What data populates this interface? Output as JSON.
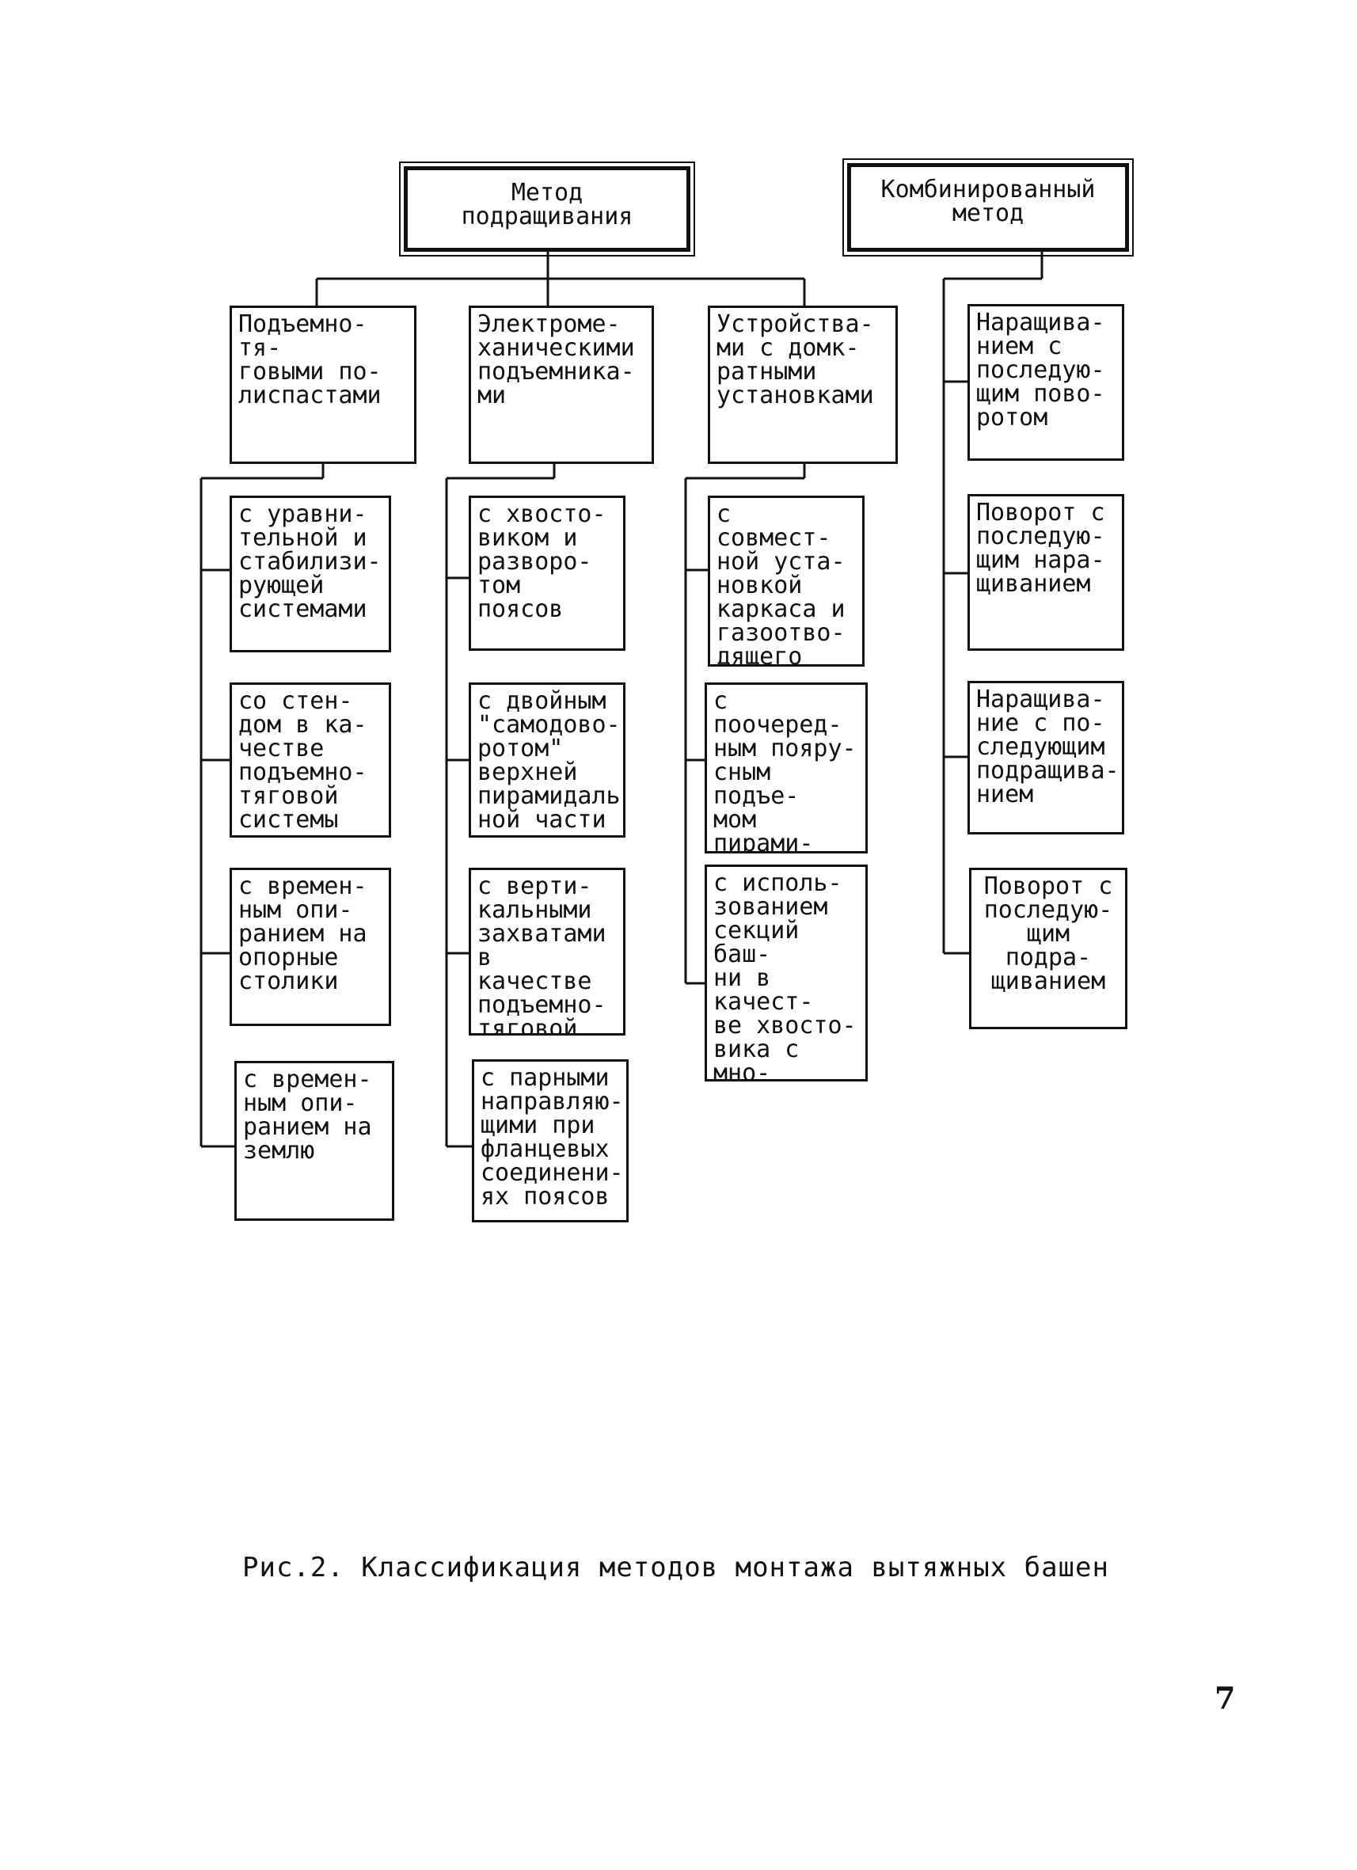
{
  "diagram": {
    "root_growing": {
      "label": "Метод\nподращивания"
    },
    "root_combined": {
      "label": "Комбинированный\nметод"
    },
    "categories": [
      {
        "label": "Подъемно-тя-\nговыми по-\nлиспастами"
      },
      {
        "label": "Электроме-\nханическими\nподъемника-\nми"
      },
      {
        "label": "Устройства-\nми с домк-\nратными\nустановками"
      }
    ],
    "col1": [
      {
        "label": "с уравни-\nтельной и\nстабилизи-\nрующей\nсистемами"
      },
      {
        "label": "со стен-\nдом в ка-\nчестве\nподъемно-\nтяговой\nсистемы"
      },
      {
        "label": "с времен-\nным опи-\nранием на\nопорные\nстолики"
      },
      {
        "label": "с времен-\nным опи-\nранием на\nземлю"
      }
    ],
    "col2": [
      {
        "label": "с хвосто-\nвиком и\nразворо-\nтом поясов"
      },
      {
        "label": "с двойным\n\"самодово-\nротом\"\nверхней\nпирамидаль-\nной части"
      },
      {
        "label": "с верти-\nкальными\nзахватами\nв качестве\nподъемно-\nтяговой\nсистемы"
      },
      {
        "label": "с парными\nнаправляю-\nщими при\nфланцевых\nсоединени-\nях поясов"
      }
    ],
    "col3": [
      {
        "label": "с совмест-\nной уста-\nновкой\nкаркаса и\nгазоотво-\nдящего\nствола"
      },
      {
        "label": "с поочеред-\nным пояру-\nсным подъе-\nмом пирами-\nдальной и\nпризматичес-\nкой частей"
      },
      {
        "label": "с исполь-\nзованием\nсекций баш-\nни в качест-\nве хвосто-\nвика с мно-\nгократным\nразворотом\nпоясов"
      }
    ],
    "col4": [
      {
        "label": "Наращива-\nнием с\nпоследую-\nщим пово-\nротом"
      },
      {
        "label": "Поворот с\nпоследую-\nщим нара-\nщиванием"
      },
      {
        "label": "Наращива-\nние с по-\nследующим\nподращива-\nнием"
      },
      {
        "label": "Поворот с\nпоследую-\nщим подра-\nщиванием"
      }
    ]
  },
  "caption": "Рис.2. Классификация методов монтажа вытяжных башен",
  "page_number": "7"
}
